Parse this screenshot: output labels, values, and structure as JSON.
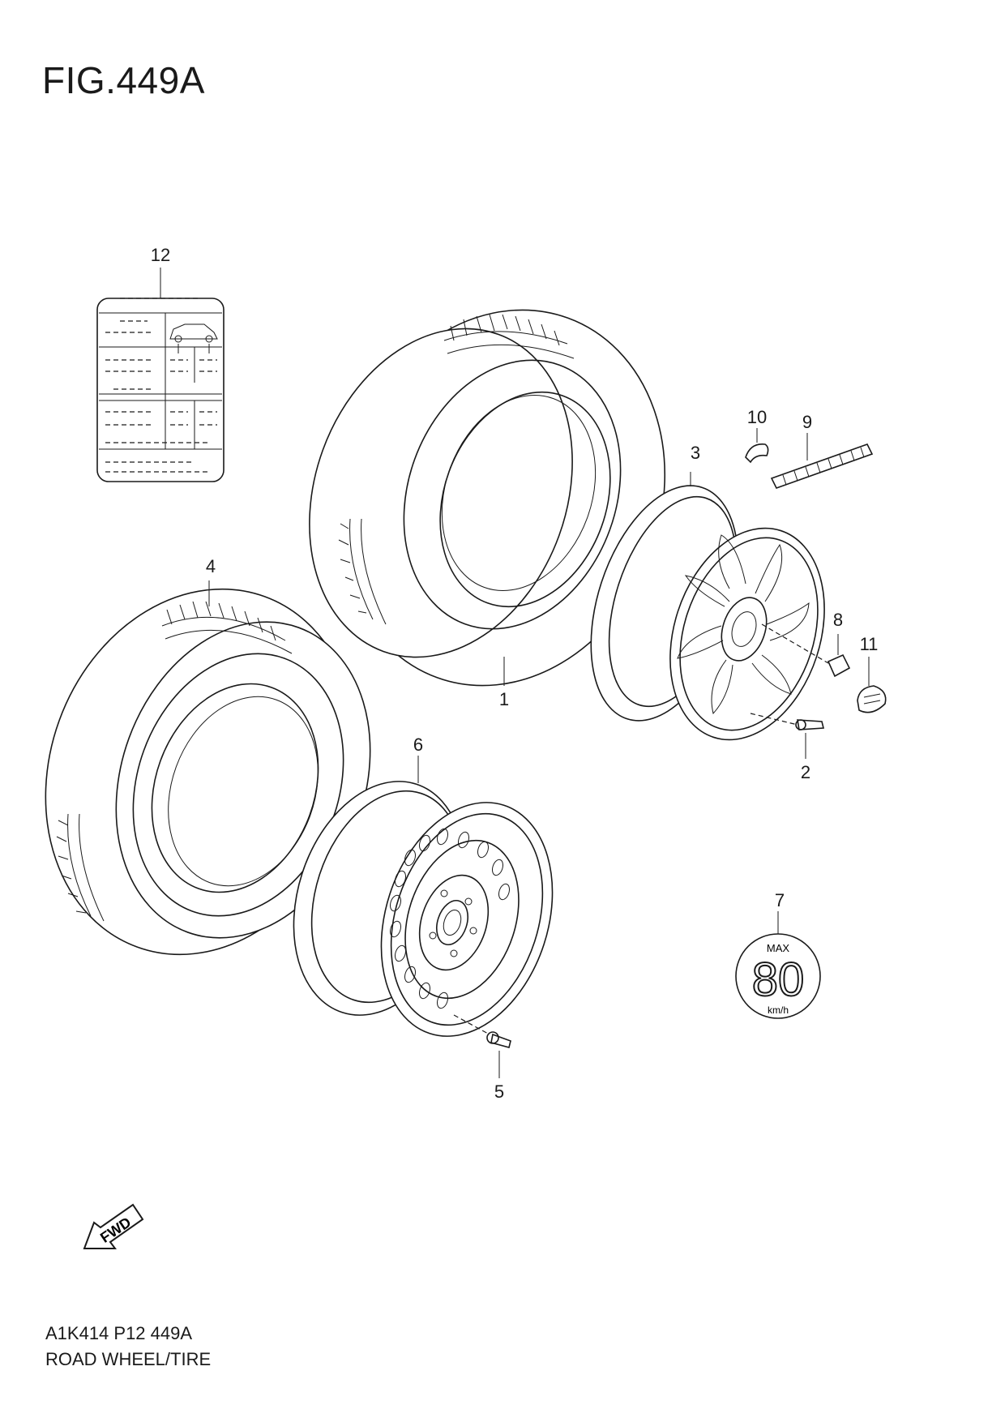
{
  "figure": {
    "title": "FIG.449A",
    "code": "A1K414 P12 449A",
    "name": "ROAD WHEEL/TIRE"
  },
  "callouts": {
    "c1": "1",
    "c2": "2",
    "c3": "3",
    "c4": "4",
    "c5": "5",
    "c6": "6",
    "c7": "7",
    "c8": "8",
    "c9": "9",
    "c10": "10",
    "c11": "11",
    "c12": "12"
  },
  "speed_label": {
    "top": "MAX",
    "value": "80",
    "unit": "km/h"
  },
  "fwd_arrow": "FWD"
}
